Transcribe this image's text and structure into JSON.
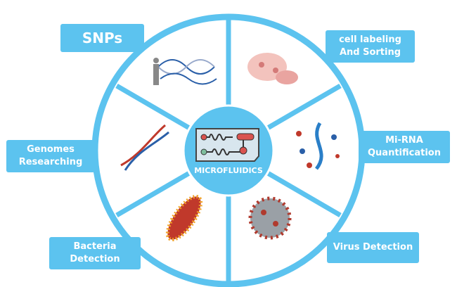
{
  "center": {
    "title": "MICROFLUIDICS"
  },
  "labels": {
    "snps": "SNPs",
    "cell_1": "cell labeling",
    "cell_2": "And Sorting",
    "genomes_1": "Genomes",
    "genomes_2": "Researching",
    "mirna_1": "Mi-RNA",
    "mirna_2": "Quantification",
    "bacteria_1": "Bacteria",
    "bacteria_2": "Detection",
    "virus": "Virus Detection"
  },
  "colors": {
    "ring": "#5cc3ef",
    "label_bg": "#5cc3ef",
    "chip_red": "#d9534f",
    "chip_green": "#7fbf9f"
  }
}
